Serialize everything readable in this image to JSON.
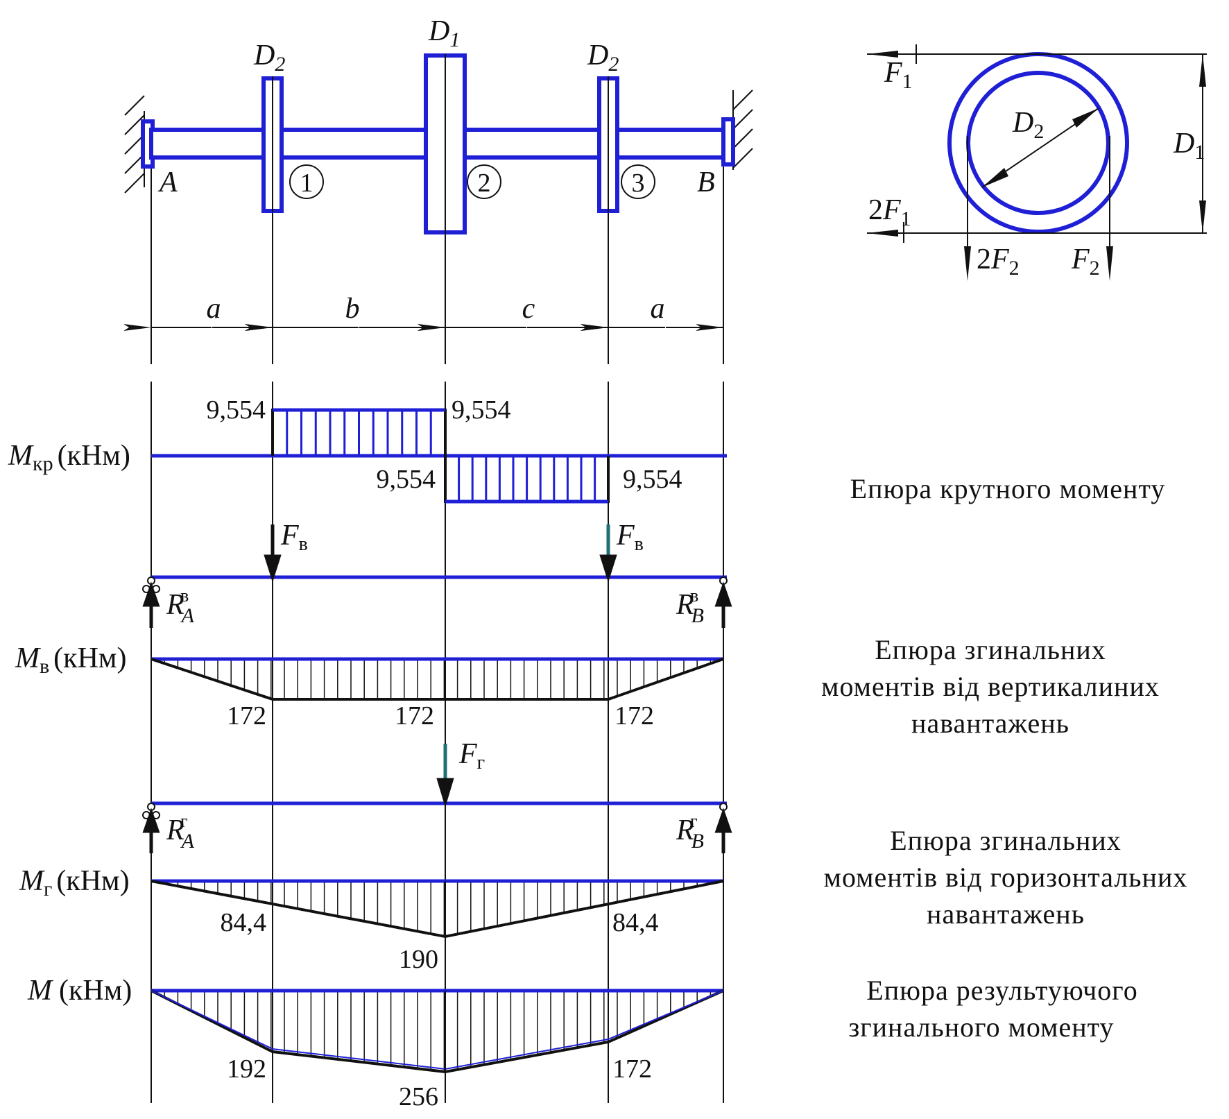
{
  "colors": {
    "shaft": "#1f1fd6",
    "line": "#111111",
    "hatch": "#111111",
    "teal": "#1f6f72"
  },
  "shaft": {
    "support_left": "A",
    "support_right": "B",
    "gears": [
      {
        "label": "D",
        "sub": "2",
        "num": "1"
      },
      {
        "label": "D",
        "sub": "1",
        "num": "2"
      },
      {
        "label": "D",
        "sub": "2",
        "num": "3"
      }
    ],
    "dims": [
      "a",
      "b",
      "c",
      "a"
    ]
  },
  "gear_view": {
    "F1": {
      "main": "F",
      "sub": "1"
    },
    "F1x2": {
      "coef": "2",
      "main": "F",
      "sub": "1"
    },
    "F2": {
      "main": "F",
      "sub": "2"
    },
    "F2x2": {
      "coef": "2",
      "main": "F",
      "sub": "2"
    },
    "D1": {
      "main": "D",
      "sub": "1"
    },
    "D2": {
      "main": "D",
      "sub": "2"
    }
  },
  "diagrams": {
    "torque": {
      "axis_main": "M",
      "axis_sub": "кр",
      "unit": "(кНм)",
      "values": [
        "9,554",
        "9,554",
        "9,554",
        "9,554"
      ],
      "caption": [
        "Епюра крутного моменту"
      ]
    },
    "vertical_load": {
      "force": {
        "main": "F",
        "sub": "в"
      },
      "ra": {
        "main": "R",
        "sub": "A",
        "sup": "в"
      },
      "rb": {
        "main": "R",
        "sub": "B",
        "sup": "в"
      }
    },
    "vertical_moment": {
      "axis_main": "M",
      "axis_sub": "в",
      "unit": "(кНм)",
      "values": [
        "172",
        "172",
        "172"
      ],
      "caption": [
        "Епюра згинальних",
        "моментів від вертикалиних",
        "навантажень"
      ]
    },
    "horizontal_load": {
      "force": {
        "main": "F",
        "sub": "г"
      },
      "ra": {
        "main": "R",
        "sub": "A",
        "sup": "г"
      },
      "rb": {
        "main": "R",
        "sub": "B",
        "sup": "г"
      }
    },
    "horizontal_moment": {
      "axis_main": "M",
      "axis_sub": "г",
      "unit": "(кНм)",
      "values": [
        "84,4",
        "190",
        "84,4"
      ],
      "caption": [
        "Епюра згинальних",
        "моментів від горизонтальних",
        "навантажень"
      ]
    },
    "resultant_moment": {
      "axis_main": "M",
      "axis_sub": "",
      "unit": "(кНм)",
      "values": [
        "192",
        "256",
        "172"
      ],
      "caption": [
        "Епюра  результуючого",
        "згинального  моменту"
      ]
    }
  }
}
